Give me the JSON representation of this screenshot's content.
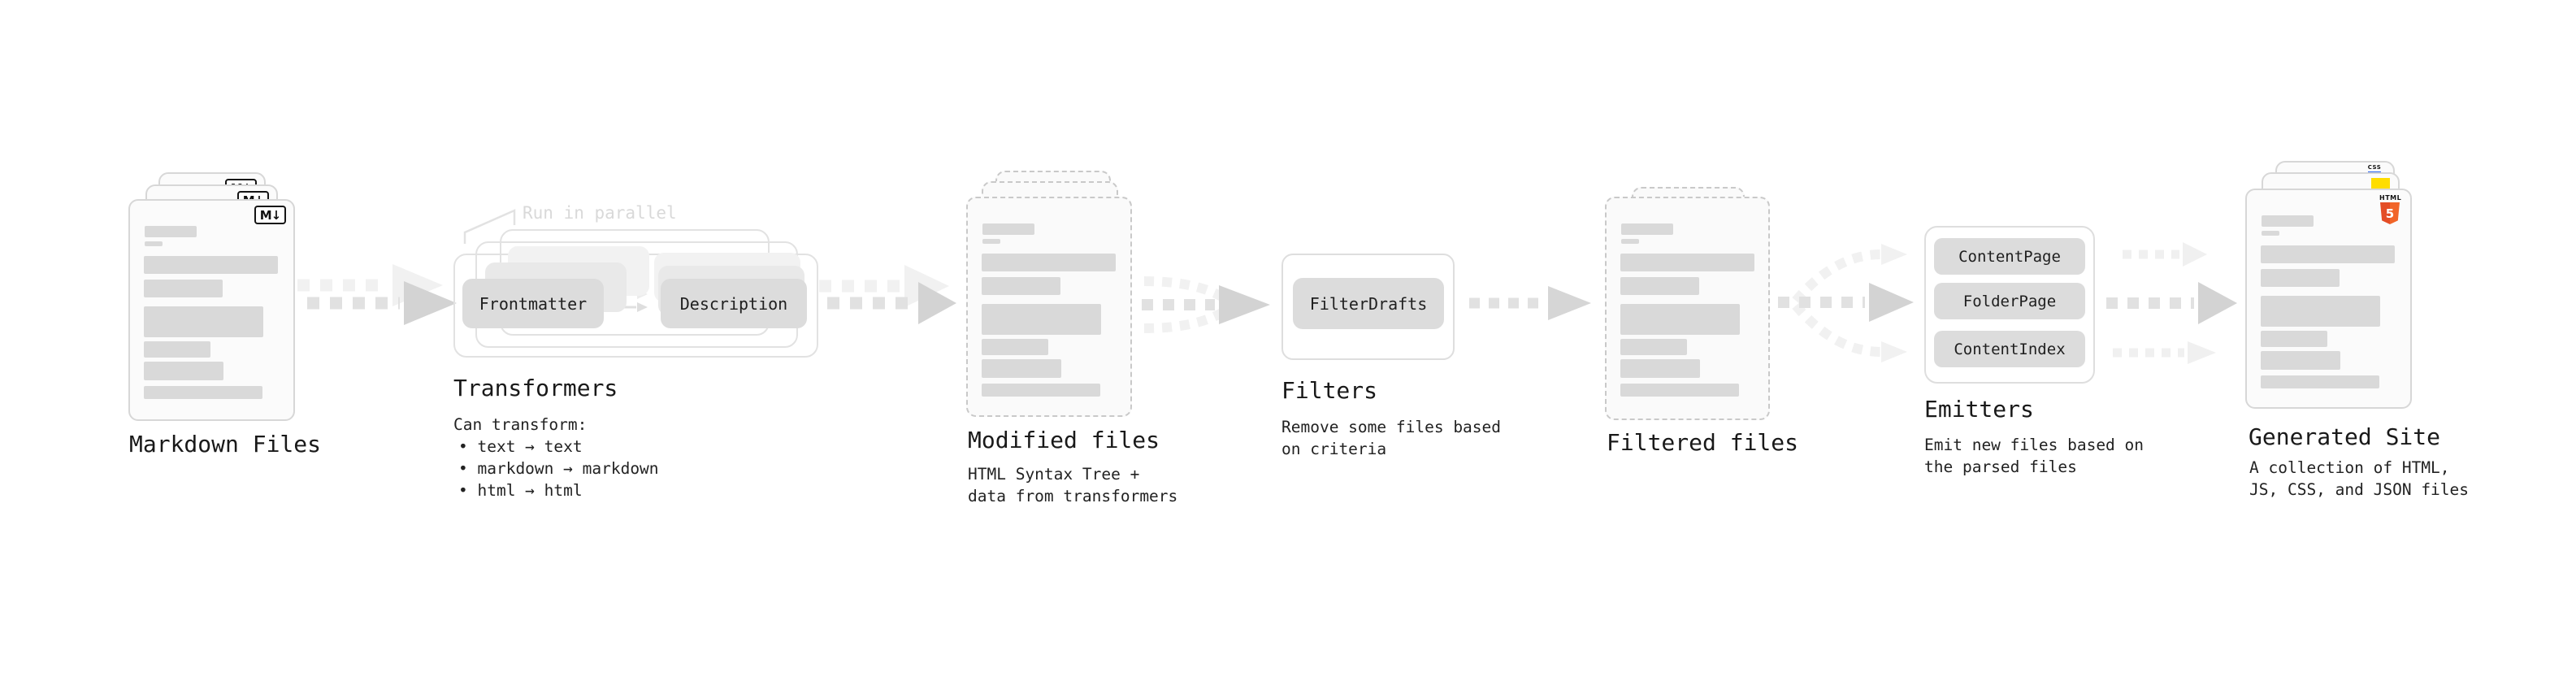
{
  "diagram": {
    "stages": {
      "markdown": {
        "title": "Markdown Files",
        "badge": "M↓"
      },
      "transformers": {
        "title": "Transformers",
        "annotation": "Run in parallel",
        "desc": "Can transform:",
        "bullets": [
          "• text → text",
          "• markdown → markdown",
          "• html → html"
        ],
        "pills": [
          "Frontmatter",
          "Description"
        ]
      },
      "modified": {
        "title": "Modified files",
        "subtitle": [
          "HTML Syntax Tree +",
          "data from transformers"
        ]
      },
      "filters": {
        "title": "Filters",
        "subtitle": [
          "Remove some files based",
          "on criteria"
        ],
        "pills": [
          "FilterDrafts"
        ]
      },
      "filtered": {
        "title": "Filtered files"
      },
      "emitters": {
        "title": "Emitters",
        "subtitle": [
          "Emit new files based on",
          "the parsed files"
        ],
        "pills": [
          "ContentPage",
          "FolderPage",
          "ContentIndex"
        ]
      },
      "generated": {
        "title": "Generated Site",
        "subtitle": [
          "A collection of HTML,",
          "JS, CSS, and JSON files"
        ],
        "badges": {
          "css_word": "CSS",
          "html_word": "HTML",
          "html_number": "5"
        }
      }
    },
    "colors": {
      "html5_orange": "#e44d26",
      "html5_orange_light": "#f16529",
      "js_yellow": "#ffdd00",
      "css_blue": "#2965f1",
      "arrow_gray": "#d3d3d3",
      "ghost_gray": "#f1f1f1",
      "pill_gray": "#dcdcdc"
    }
  }
}
